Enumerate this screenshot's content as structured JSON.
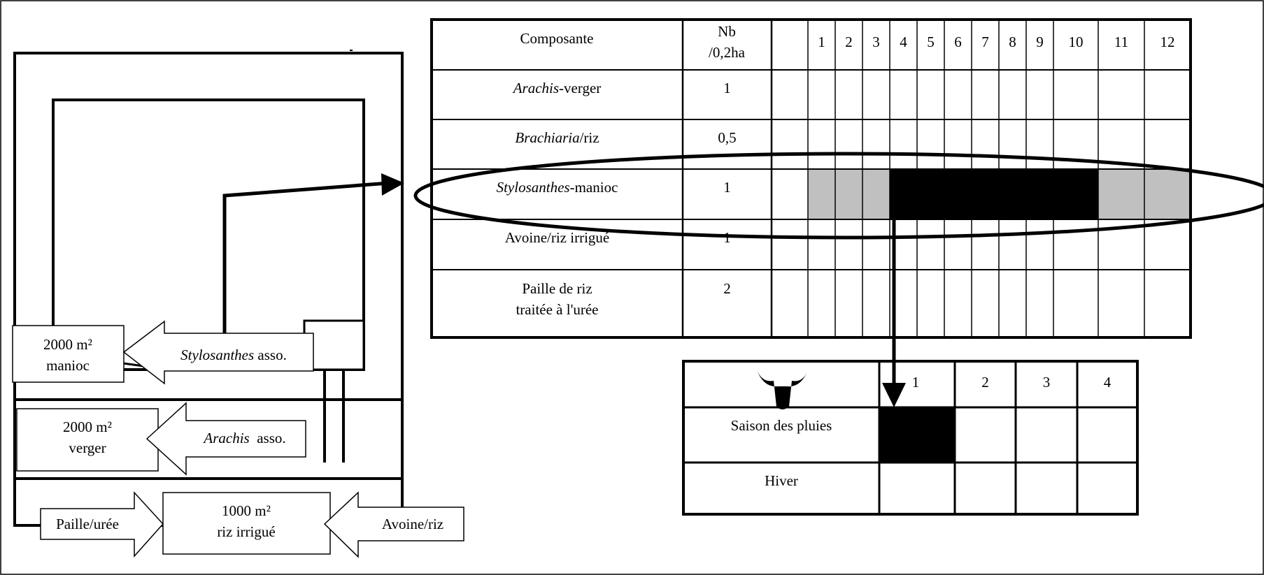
{
  "farm_plan": {
    "manioc_area": "2000 m²",
    "manioc_label": "manioc",
    "stylosanthes_arrow_italic": "Stylosanthes",
    "stylosanthes_arrow_suffix": " asso.",
    "verger_area": "2000 m²",
    "verger_label": "verger",
    "arachis_arrow_italic": "Arachis",
    "arachis_arrow_suffix": "  asso.",
    "paille_arrow": "Paille/urée",
    "riz_area": "1000 m²",
    "riz_label": "riz irrigué",
    "avoine_arrow": "Avoine/riz"
  },
  "component_table": {
    "header_component": "Composante",
    "header_nb_line1": "Nb",
    "header_nb_line2": "/0,2ha",
    "months": [
      "1",
      "2",
      "3",
      "4",
      "5",
      "6",
      "7",
      "8",
      "9",
      "10",
      "11",
      "12"
    ],
    "rows": [
      {
        "name_italic": "Arachis",
        "name_rest": "-verger",
        "nb": "1"
      },
      {
        "name_italic": "Brachiaria",
        "name_rest": "/riz",
        "nb": "0,5"
      },
      {
        "name_italic": "Stylosanthes",
        "name_rest": "-manioc",
        "nb": "1"
      },
      {
        "name_italic": "",
        "name_rest": "Avoine/riz irrigué",
        "nb": "1"
      },
      {
        "name_italic": "",
        "name_rest": "Paille de riz",
        "name_line2": "traitée à l'urée",
        "nb": "2"
      }
    ],
    "stylosanthes_months": {
      "gray": [
        "1",
        "2",
        "3",
        "11",
        "12"
      ],
      "black": [
        "4",
        "5",
        "6",
        "7",
        "8",
        "9",
        "10"
      ]
    }
  },
  "season_table": {
    "header_icon": "bull-head-icon",
    "columns": [
      "1",
      "2",
      "3",
      "4"
    ],
    "rows": [
      {
        "label": "Saison des pluies",
        "filled": [
          "1"
        ]
      },
      {
        "label": "Hiver",
        "filled": []
      }
    ]
  },
  "colors": {
    "black_fill": "#000000",
    "gray_fill": "#c0c0c0"
  }
}
